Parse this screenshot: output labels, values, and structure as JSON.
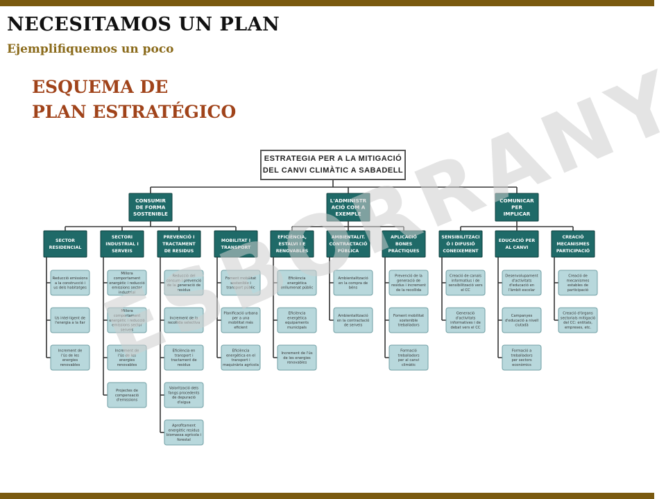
{
  "header": {
    "title": "NECESITAMOS UN PLAN",
    "subtitle": "Ejemplifiquemos un poco"
  },
  "heading": {
    "line1": "ESQUEMA DE",
    "line2": "PLAN ESTRATÉGICO"
  },
  "watermark": "ESBORRANY",
  "colors": {
    "bar": "#7a5a10",
    "heading": "#a0431a",
    "node_dark": "#1f6a68",
    "leaf_fill": "#b8d8dc",
    "leaf_border": "#6f9ea3"
  },
  "diagram": {
    "root_lines": [
      "ESTRATEGIA PER A LA MITIGACIÓ",
      "DEL CANVI CLIMÀTIC A SABADELL"
    ],
    "pillars": [
      {
        "lines": [
          "CONSUMIR",
          "DE FORMA",
          "SOSTENIBLE"
        ]
      },
      {
        "lines": [
          "L'ADMINISTR",
          "ACIÓ COM A",
          "EXEMPLE"
        ]
      },
      {
        "lines": [
          "COMUNICAR",
          "PER",
          "IMPLICAR"
        ]
      }
    ],
    "columns": [
      {
        "pillar": 0,
        "lines": [
          "SECTOR",
          "RESIDENCIAL"
        ],
        "items": [
          [
            "Reducció emissions",
            "a la construcció i",
            "us dels habitatges"
          ],
          [
            "Us intel·ligent de",
            "l'energia a la llar"
          ],
          [
            "Increment de",
            "l'ús de les",
            "energies",
            "renovables"
          ]
        ]
      },
      {
        "pillar": 0,
        "lines": [
          "SECTORI",
          "INDUSTRIAL I",
          "SERVEIS"
        ],
        "items": [
          [
            "Millora",
            "comportament",
            "energètic i reducció",
            "emissions sector",
            "industrial"
          ],
          [
            "Millora",
            "comportament",
            "energètic i reducció",
            "emissions sector",
            "serveis"
          ],
          [
            "Increment de",
            "l'ús de les",
            "energies",
            "renovables"
          ],
          [
            "Projectes de",
            "compensació",
            "d'emissions"
          ]
        ]
      },
      {
        "pillar": 0,
        "lines": [
          "PREVENCIÓ I",
          "TRACTAMENT",
          "DE RESIDUS"
        ],
        "items": [
          [
            "Reducció del",
            "consum i prevenció",
            "de la generació de",
            "residus"
          ],
          [
            "Increment de la",
            "recollida selectiva"
          ],
          [
            "Eficiència en",
            "transport i",
            "tractament de",
            "residus"
          ],
          [
            "Valorització dels",
            "fangs procedents",
            "de depuració",
            "d'aigua"
          ],
          [
            "Aprofitament",
            "energètic residus",
            "biomassa agrícola i",
            "forestal"
          ]
        ]
      },
      {
        "pillar": 0,
        "lines": [
          "MOBILITAT I",
          "TRANSPORT"
        ],
        "items": [
          [
            "Foment mobilitat",
            "sostenible i",
            "transport públic"
          ],
          [
            "Planificació urbana",
            "per a una",
            "mobilitat més",
            "eficient"
          ],
          [
            "Eficiència",
            "energètica en el",
            "transport i",
            "maquinària agrícola"
          ]
        ]
      },
      {
        "pillar": 1,
        "lines": [
          "EFICIÈNCIA,",
          "ESTALVI I E",
          "RENOVABLES"
        ],
        "items": [
          [
            "Eficiència",
            "energètica",
            "enllumenat públic"
          ],
          [
            "Eficiència",
            "energètica",
            "equipaments",
            "municipals"
          ],
          [
            "Increment de l'ús",
            "de les energies",
            "renovables"
          ]
        ]
      },
      {
        "pillar": 1,
        "lines": [
          "AMBIENTALIT.",
          "CONTRACTACIÓ",
          "PÚBLICA"
        ],
        "items": []
      },
      {
        "pillar": 1,
        "lines": [
          "APLICACIÓ",
          "BONES",
          "PRÀCTIQUES"
        ],
        "items": [
          [
            "Ambientalització",
            "en la compra de",
            "béns"
          ],
          [
            "Ambientalització",
            "en la contractació",
            "de serveis"
          ]
        ]
      },
      {
        "pillar": 2,
        "lines": [
          "SENSIBILITZACI",
          "Ó I DIFUSIÓ",
          "CONEIXEMENT"
        ],
        "items": [
          [
            "Prevenció de la",
            "generació de",
            "residus i increment",
            "de la recollida"
          ],
          [
            "Foment mobilitat",
            "sostenible",
            "treballadors"
          ],
          [
            "Formació",
            "treballadors",
            "per al canvi",
            "climàtic"
          ]
        ]
      },
      {
        "pillar": 2,
        "lines": [
          "EDUCACIÓ PER",
          "AL CANVI"
        ],
        "items": [
          [
            "Creació de canals",
            "informatius i de",
            "sensibilització vers",
            "el CC"
          ],
          [
            "Generació",
            "d'activitats",
            "informatives i de",
            "debat vers el CC"
          ]
        ]
      },
      {
        "pillar": 2,
        "lines": [
          "CREACIÓ",
          "MECANISMES",
          "PARTICIPACIÓ"
        ],
        "items": [
          [
            "Desenvolupament",
            "d'activitats",
            "d'educació en",
            "l'àmbit escolar"
          ],
          [
            "Campanyes",
            "d'educació a nivell",
            "ciutadà"
          ],
          [
            "Formació a",
            "treballadors",
            "per sectors",
            "econòmics"
          ]
        ]
      }
    ],
    "extra_column": {
      "items": [
        [
          "Creació de",
          "mecanismes",
          "estables de",
          "participació"
        ],
        [
          "Creació d'òrgans",
          "sectorials mitigació",
          "del CC: entitats,",
          "empreses, etc."
        ]
      ]
    }
  }
}
